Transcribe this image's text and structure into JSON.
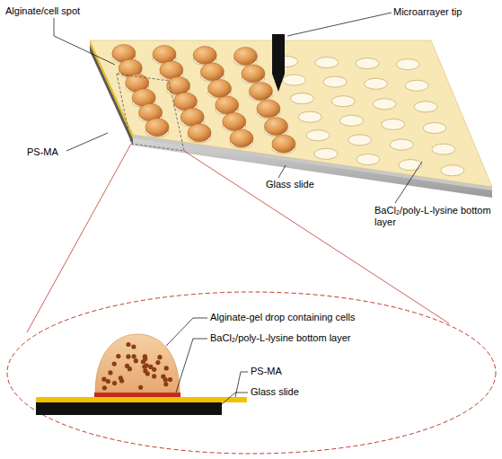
{
  "diagram": {
    "labels": [
      "Alginate/cell spot",
      "Microarrayer tip",
      "PS-MA",
      "Glass slide",
      "BaCl₂/poly-L-lysine bottom layer",
      "Alginate-gel drop containing cells",
      "BaCl₂/poly-L-lysine bottom layer",
      "PS-MA",
      "Glass slide"
    ]
  }
}
